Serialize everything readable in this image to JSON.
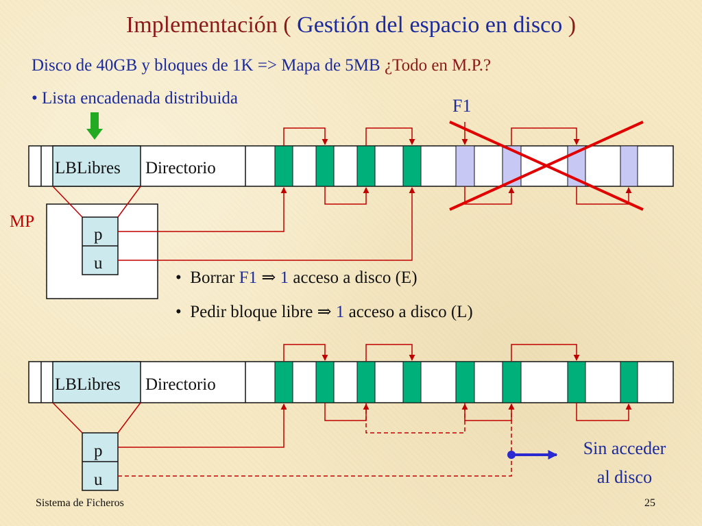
{
  "title": {
    "part1": "Implementación ( ",
    "part2": "Gestión del espacio en disco",
    "part3": " )"
  },
  "subtitle": {
    "text": "Disco de 40GB y bloques de 1K => Mapa de 5MB ",
    "highlight": "¿Todo en M.P.?"
  },
  "bullet_main": "•  Lista encadenada distribuida",
  "f1_label": "F1",
  "mp_label": "MP",
  "disk_top": {
    "lblibres": "LBLibres",
    "directorio": "Directorio"
  },
  "disk_bottom": {
    "lblibres": "LBLibres",
    "directorio": "Directorio"
  },
  "mem_top": {
    "p": "p",
    "u": "u"
  },
  "mem_bottom": {
    "p": "p",
    "u": "u"
  },
  "bullets": [
    {
      "prefix": "Borrar ",
      "var": "F1",
      "arrow": " ⇒ ",
      "num": "1",
      "rest": " acceso a disco (E)"
    },
    {
      "prefix": "Pedir bloque libre",
      "var": "",
      "arrow": " ⇒ ",
      "num": "1",
      "rest": " acceso a disco (L)"
    }
  ],
  "sin_acceder": {
    "line1": "Sin acceder",
    "line2": "al disco"
  },
  "footer": {
    "left": "Sistema de Ficheros",
    "right": "25"
  },
  "colors": {
    "free_block": "#00b07a",
    "f1_block": "#c8c8f4",
    "lblibres_cell": "#cce9ee",
    "arrow_red": "#c00000",
    "cross_red": "#e00000",
    "pointer_blue": "#2a2ad0",
    "indicator_green": "#22aa22"
  }
}
